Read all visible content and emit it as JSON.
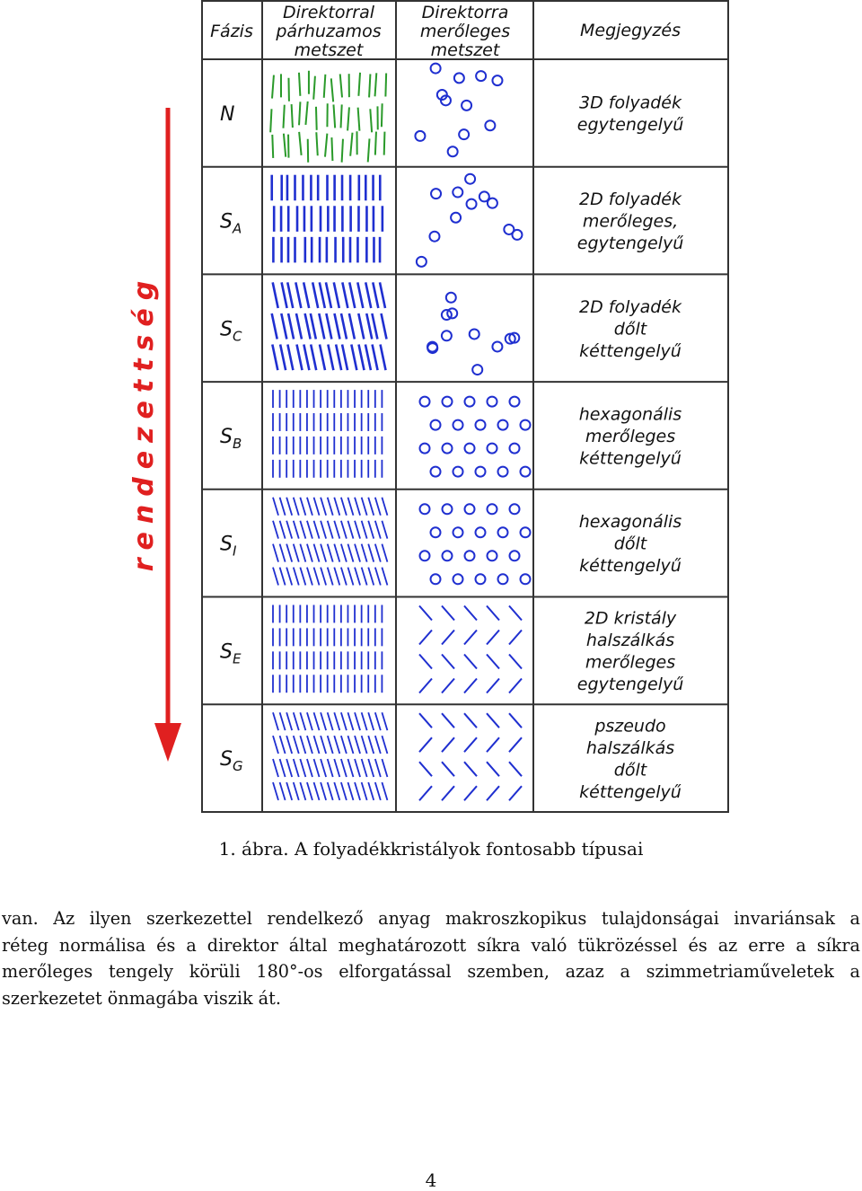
{
  "figure": {
    "arrow_label": "rendezettség",
    "headers": {
      "phase": "Fázis",
      "parallel": [
        "Direktorral",
        "párhuzamos",
        "metszet"
      ],
      "perpendicular": [
        "Direktorra",
        "merőleges",
        "metszet"
      ],
      "note": "Megjegyzés"
    },
    "colors": {
      "nematic": "#2a9a2a",
      "smectic": "#1f2fd0",
      "arrow": "#e02020",
      "grid": "#333333"
    },
    "rows": [
      {
        "phase": "N",
        "sub": "",
        "note": [
          "3D folyadék",
          "egytengelyű"
        ],
        "parallel": "random-green",
        "perpendicular": "random-circles"
      },
      {
        "phase": "S",
        "sub": "A",
        "note": [
          "2D folyadék",
          "merőleges,",
          "egytengelyű"
        ],
        "parallel": "vertical-layers",
        "perpendicular": "random-circles"
      },
      {
        "phase": "S",
        "sub": "C",
        "note": [
          "2D folyadék",
          "dőlt",
          "kéttengelyű"
        ],
        "parallel": "tilted-layers",
        "perpendicular": "random-circles"
      },
      {
        "phase": "S",
        "sub": "B",
        "note": [
          "hexagonális",
          "merőleges",
          "kéttengelyű"
        ],
        "parallel": "vertical-regular",
        "perpendicular": "hex-circles"
      },
      {
        "phase": "S",
        "sub": "I",
        "note": [
          "hexagonális",
          "dőlt",
          "kéttengelyű"
        ],
        "parallel": "tilted-regular",
        "perpendicular": "hex-circles"
      },
      {
        "phase": "S",
        "sub": "E",
        "note": [
          "2D kristály",
          "halszálkás",
          "merőleges",
          "egytengelyű"
        ],
        "parallel": "vertical-regular",
        "perpendicular": "herringbone"
      },
      {
        "phase": "S",
        "sub": "G",
        "note": [
          "pszeudo",
          "halszálkás",
          "dőlt",
          "kéttengelyű"
        ],
        "parallel": "tilted-regular",
        "perpendicular": "herringbone"
      }
    ]
  },
  "caption": "1. ábra. A folyadékkristályok fontosabb típusai",
  "paragraph_lines": [
    "van. Az ilyen szerkezettel rendelkező anyag makroszkopikus tulajdonságai invariánsak a",
    "réteg normálisa és a direktor által meghatározott síkra való tükrözéssel és az erre a síkra",
    "merőleges tengely körüli 180°-os elforgatással szemben, azaz a szimmetriaműveletek a",
    "szerkezetet önmagába viszik át."
  ],
  "page_number": "4"
}
